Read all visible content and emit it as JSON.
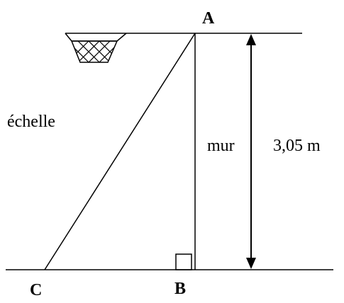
{
  "points": {
    "a": "A",
    "b": "B",
    "c": "C"
  },
  "labels": {
    "ladder": "échelle",
    "wall": "mur",
    "height": "3,05 m"
  },
  "colors": {
    "line": "#000000",
    "background": "#ffffff"
  }
}
